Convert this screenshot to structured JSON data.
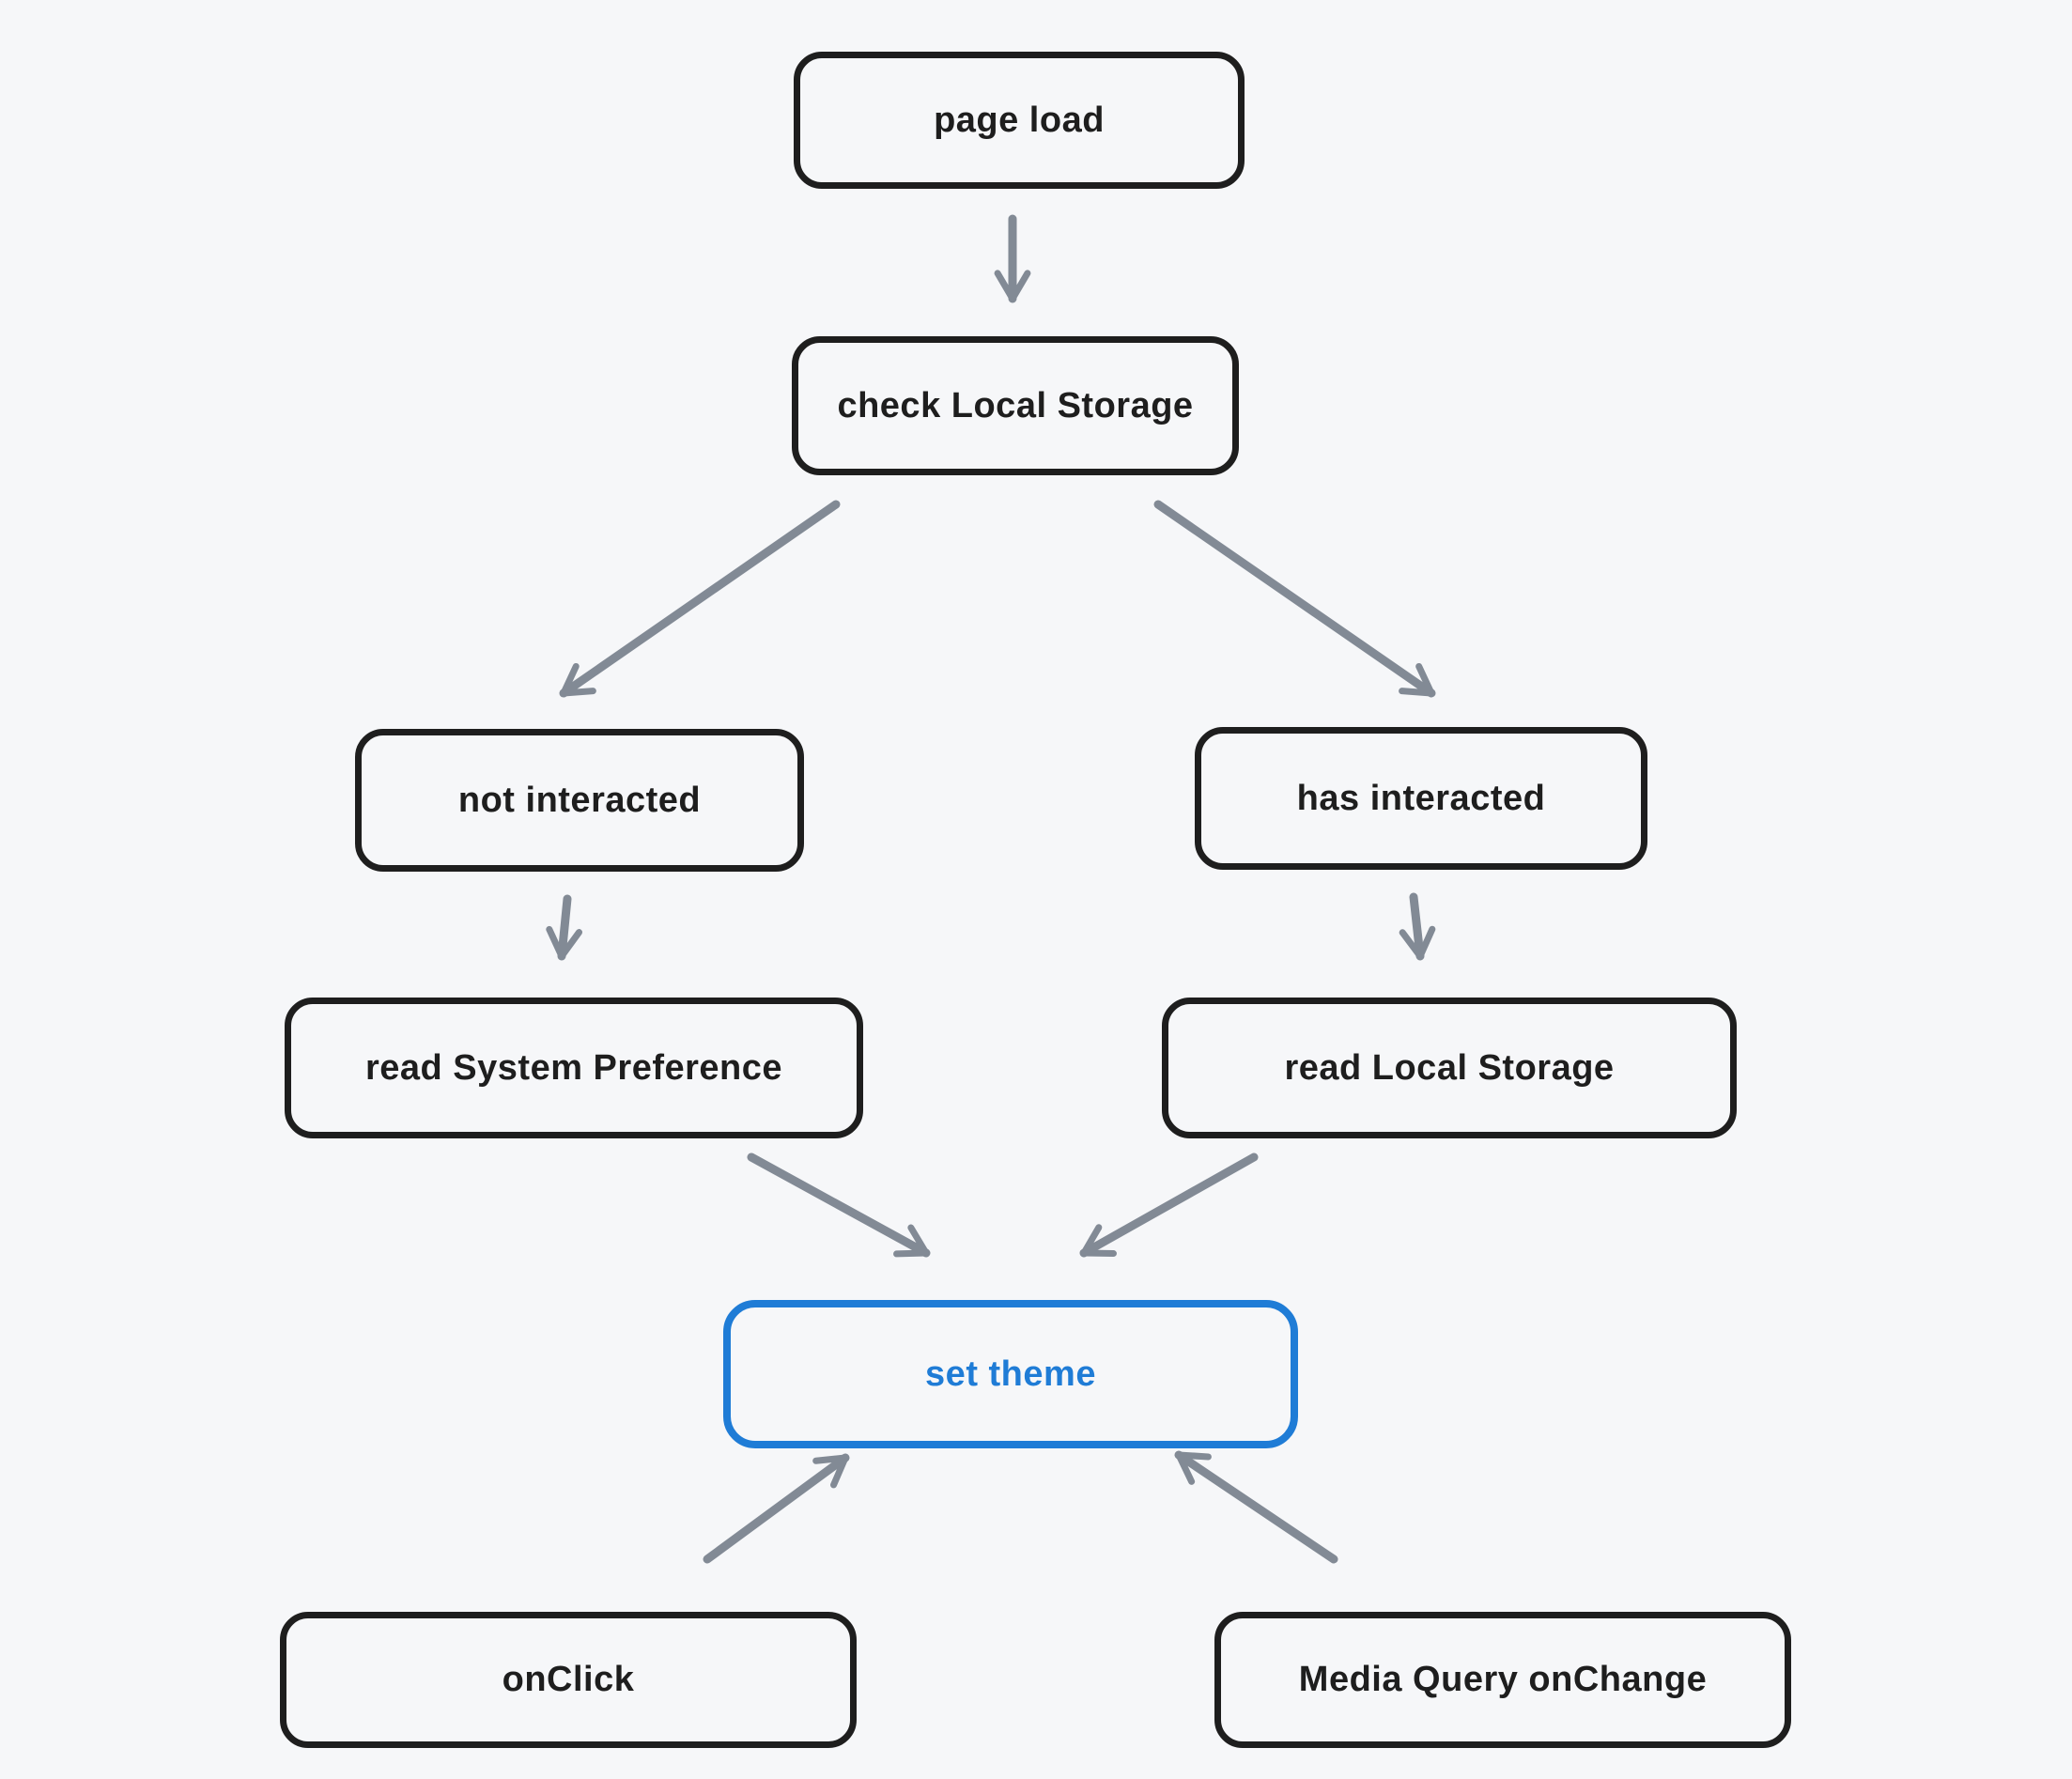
{
  "diagram": {
    "type": "flowchart",
    "style": "hand-drawn (excalidraw-like)",
    "colors": {
      "background": "#f6f7f9",
      "node_stroke": "#1e1e1e",
      "node_text": "#1e1e1e",
      "arrow": "#828a95",
      "accent": "#1f7cd6"
    },
    "nodes": [
      {
        "id": "page-load",
        "label": "page load",
        "emphasis": false
      },
      {
        "id": "check-local-storage",
        "label": "check Local Storage",
        "emphasis": false
      },
      {
        "id": "not-interacted",
        "label": "not interacted",
        "emphasis": false
      },
      {
        "id": "has-interacted",
        "label": "has interacted",
        "emphasis": false
      },
      {
        "id": "read-system-preference",
        "label": "read System Preference",
        "emphasis": false
      },
      {
        "id": "read-local-storage",
        "label": "read Local Storage",
        "emphasis": false
      },
      {
        "id": "set-theme",
        "label": "set theme",
        "emphasis": true
      },
      {
        "id": "onclick",
        "label": "onClick",
        "emphasis": false
      },
      {
        "id": "media-query-onchange",
        "label": "Media Query onChange",
        "emphasis": false
      }
    ],
    "connections": [
      {
        "from": "page load",
        "to": "check Local Storage"
      },
      {
        "from": "check Local Storage",
        "to": "not interacted"
      },
      {
        "from": "check Local Storage",
        "to": "has interacted"
      },
      {
        "from": "not interacted",
        "to": "read System Preference"
      },
      {
        "from": "has interacted",
        "to": "read Local Storage"
      },
      {
        "from": "read System Preference",
        "to": "set theme"
      },
      {
        "from": "read Local Storage",
        "to": "set theme"
      },
      {
        "from": "onClick",
        "to": "set theme"
      },
      {
        "from": "Media Query onChange",
        "to": "set theme"
      }
    ]
  }
}
